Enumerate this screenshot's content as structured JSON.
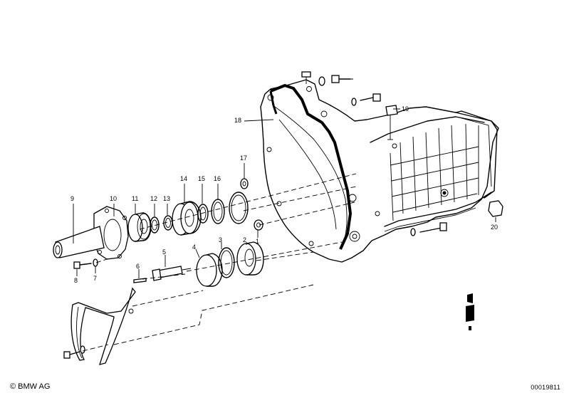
{
  "footer": {
    "copyright_symbol": "©",
    "brand": "BMW AG",
    "diagram_id": "00019811"
  },
  "callouts": [
    "1",
    "2",
    "3",
    "4",
    "5",
    "6",
    "7",
    "8",
    "9",
    "10",
    "11",
    "12",
    "13",
    "14",
    "15",
    "16",
    "17",
    "18",
    "19",
    "20"
  ]
}
